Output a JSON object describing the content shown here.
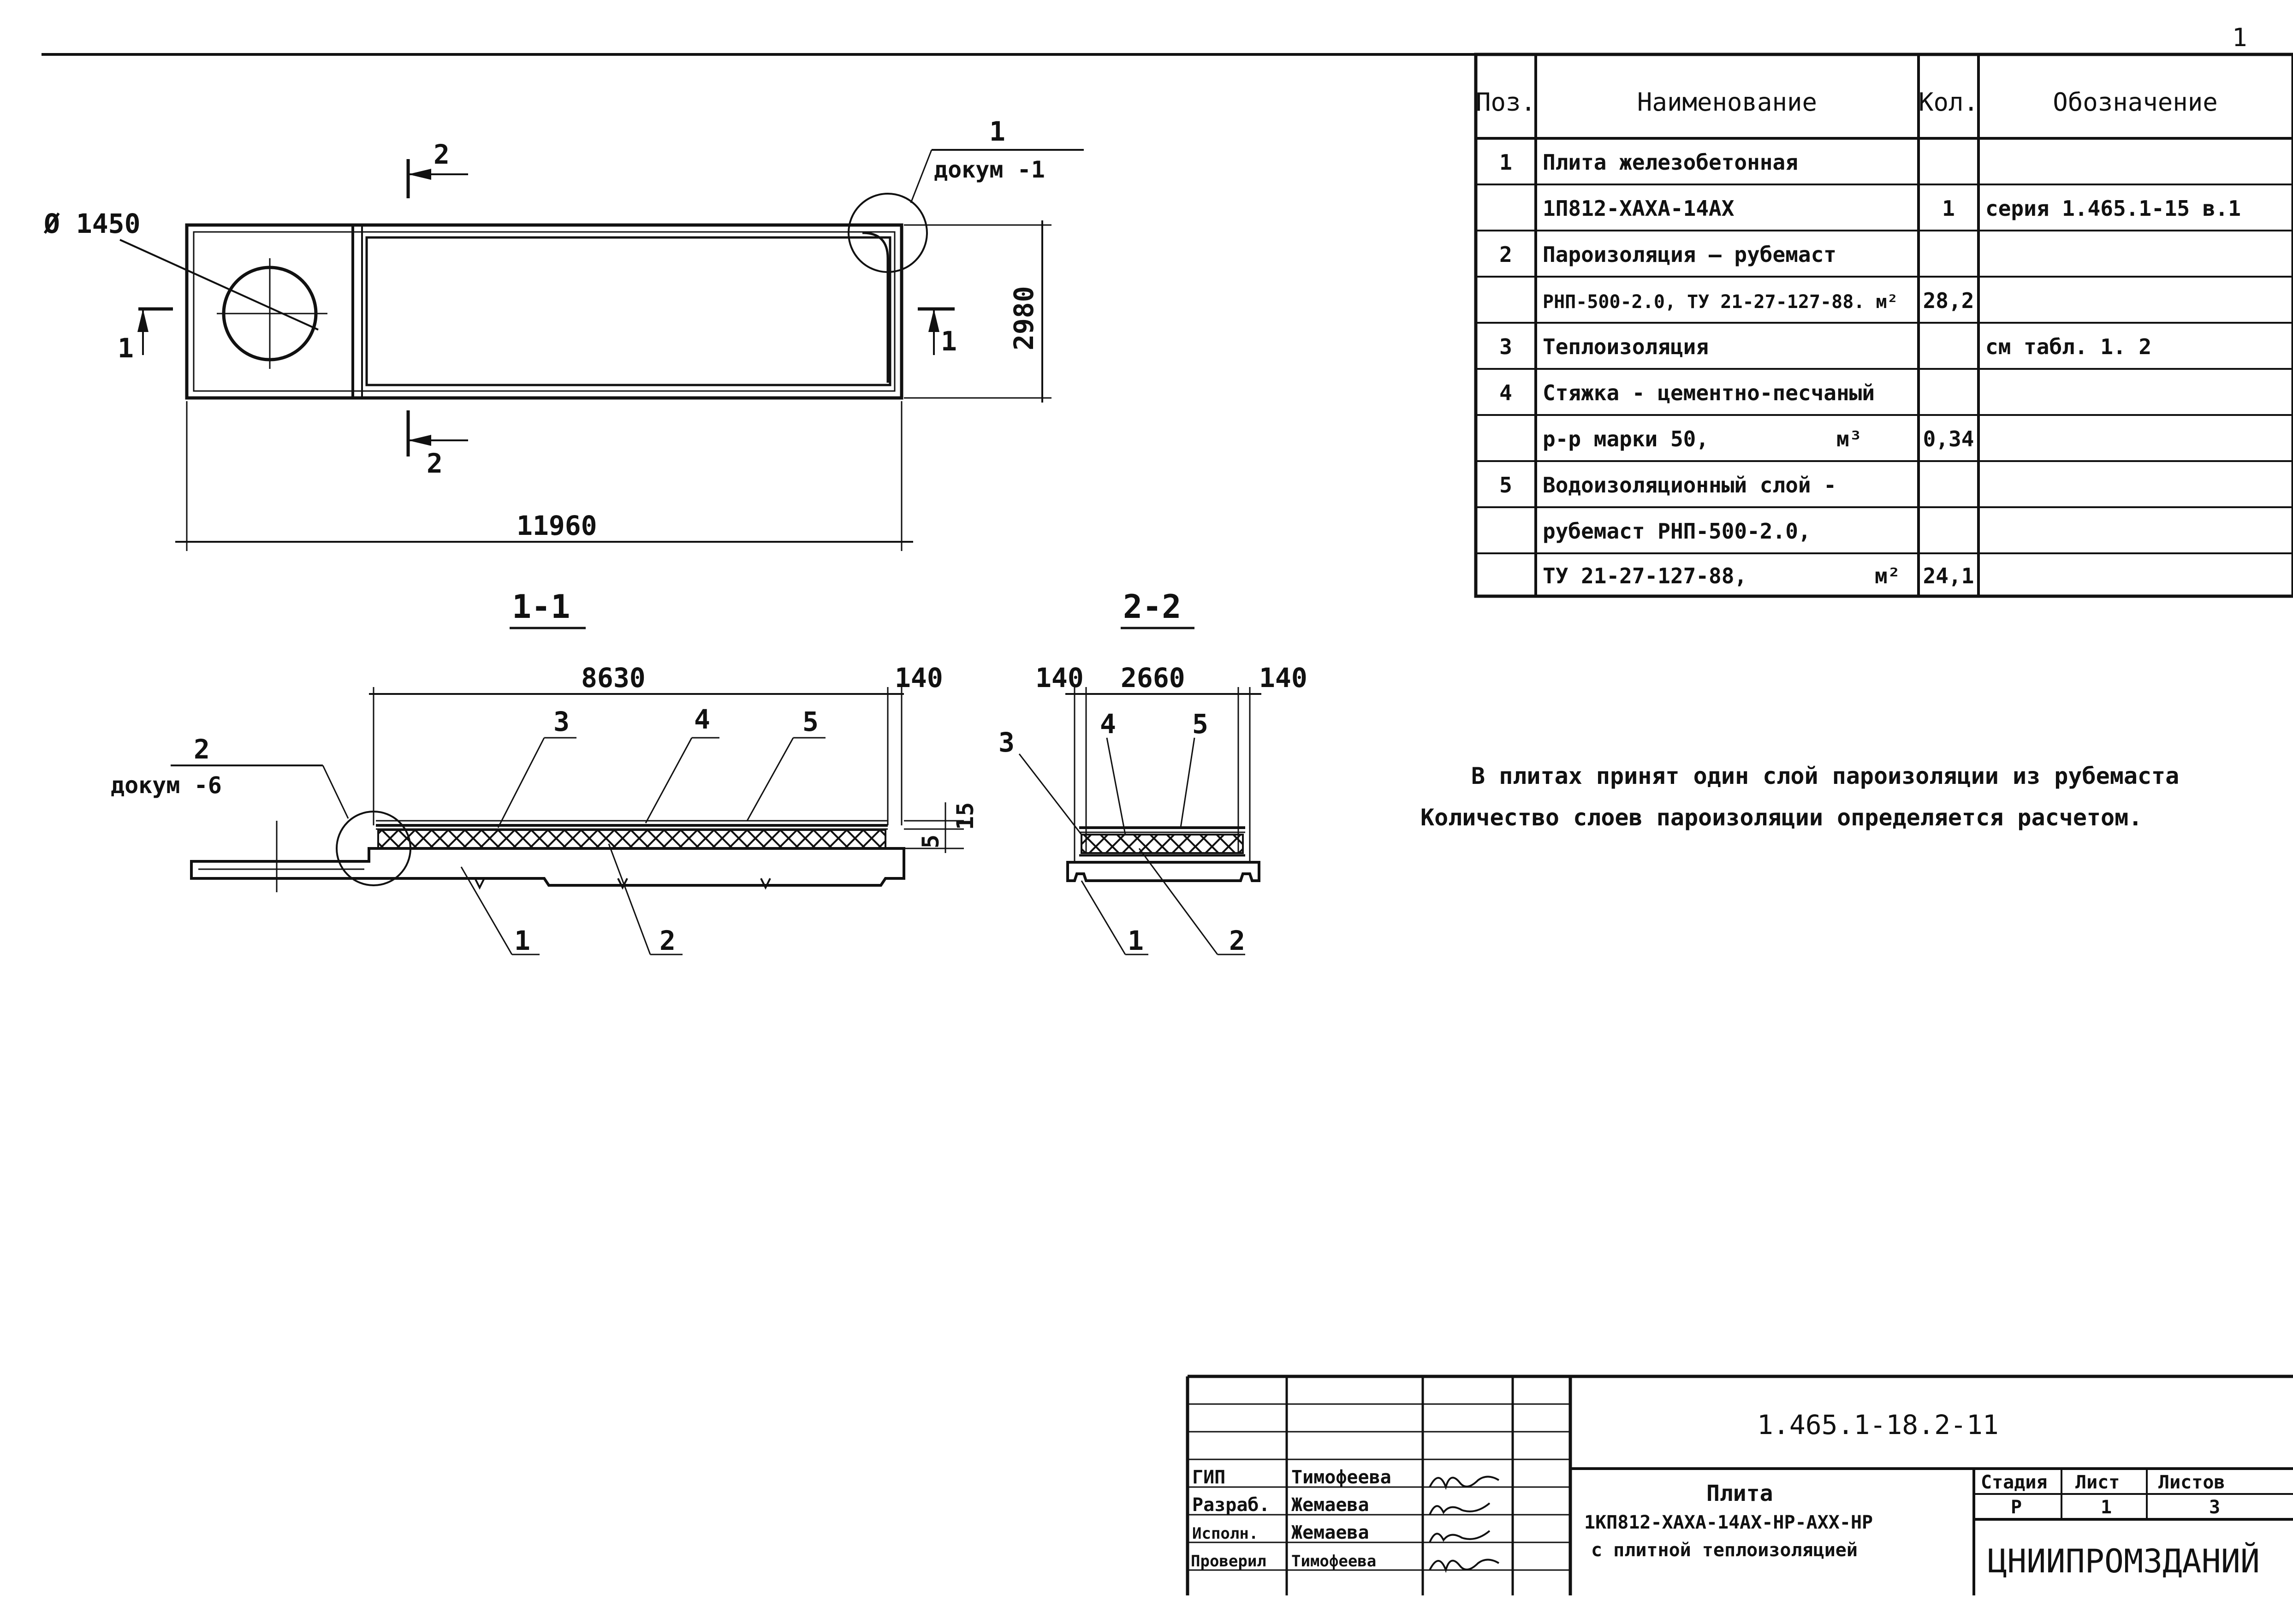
{
  "spec_table": {
    "headers": {
      "pos": "Поз.",
      "name": "Наименование",
      "qty": "Кол.",
      "designation": "Обозначение"
    },
    "rows": [
      {
        "pos": "1",
        "name": "Плита железобетонная",
        "qty": "",
        "designation": ""
      },
      {
        "pos": "",
        "name": "1П812-ХАХА-14АХ",
        "qty": "1",
        "designation": "серия 1.465.1-15 в.1"
      },
      {
        "pos": "2",
        "name": "Пароизоляция — рубемаст",
        "qty": "",
        "designation": ""
      },
      {
        "pos": "",
        "name": "РНП-500-2.0, ТУ 21-27-127-88. м²",
        "qty": "28,2",
        "designation": ""
      },
      {
        "pos": "3",
        "name": "Теплоизоляция",
        "qty": "",
        "designation": "см табл. 1. 2"
      },
      {
        "pos": "4",
        "name": "Стяжка - цементно-песчаный",
        "qty": "",
        "designation": ""
      },
      {
        "pos": "",
        "name": "р-р марки 50,          м³",
        "qty": "0,34",
        "designation": ""
      },
      {
        "pos": "5",
        "name": "Водоизоляционный слой -",
        "qty": "",
        "designation": ""
      },
      {
        "pos": "",
        "name": "рубемаст РНП-500-2.0,",
        "qty": "",
        "designation": ""
      },
      {
        "pos": "",
        "name": "ТУ 21-27-127-88,          м²",
        "qty": "24,1",
        "designation": ""
      }
    ]
  },
  "notes": {
    "line1": "В плитах принят один слой пароизоляции из рубемаста",
    "line2": "Количество слоев пароизоляции определяется расчетом."
  },
  "plan": {
    "diameter": "Ø 1450",
    "width": "11960",
    "height": "2980",
    "ref_num": "1",
    "ref_doc": "докум -1",
    "cut1": "1",
    "cut2": "2"
  },
  "section_1_1": {
    "title": "1-1",
    "dim_main": "8630",
    "dim_end": "140",
    "callout_ref": "2",
    "callout_doc": "докум -6",
    "dim_15": "15",
    "dim_5": "5",
    "labels": [
      "1",
      "2",
      "3",
      "4",
      "5"
    ]
  },
  "section_2_2": {
    "title": "2-2",
    "dim_left": "140",
    "dim_main": "2660",
    "dim_right": "140",
    "labels": [
      "1",
      "2",
      "3",
      "4",
      "5"
    ]
  },
  "stamp": {
    "code": "1.465.1-18.2-11",
    "title_line1": "Плита",
    "title_line2": "1КП812-ХАХА-14АХ-НР-АХХ-НР",
    "title_line3": "с плитной теплоизоляцией",
    "stage_hdr": "Стадия",
    "sheet_hdr": "Лист",
    "sheets_hdr": "Листов",
    "stage": "Р",
    "sheet": "1",
    "sheets": "3",
    "org": "ЦНИИПРОМЗДАНИЙ",
    "roles": [
      {
        "role": "ГИП",
        "name": "Тимофеева"
      },
      {
        "role": "Разраб.",
        "name": "Жемаева"
      },
      {
        "role": "Исполн.",
        "name": "Жемаева"
      },
      {
        "role": "Проверил",
        "name": "Тимофеева"
      }
    ]
  },
  "corner_mark": "1"
}
